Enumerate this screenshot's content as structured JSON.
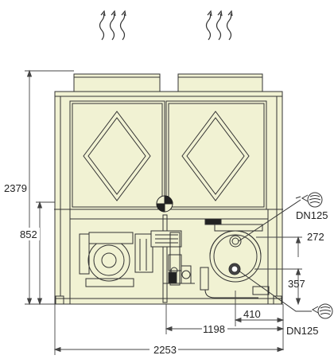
{
  "colors": {
    "cabinet_fill": "#f1f2d3",
    "line": "#333333",
    "dim_line": "#444444"
  },
  "dimensions": {
    "overall_height": "2379",
    "lower_height": "852",
    "overall_width": "2253",
    "dim_1198": "1198",
    "dim_410": "410",
    "dim_272": "272",
    "dim_357": "357"
  },
  "connections": {
    "upper": "DN125",
    "lower": "DN125"
  },
  "icons": [
    "airflow-arrow-icon",
    "fan-grille-icon",
    "pipe-connection-icon"
  ]
}
